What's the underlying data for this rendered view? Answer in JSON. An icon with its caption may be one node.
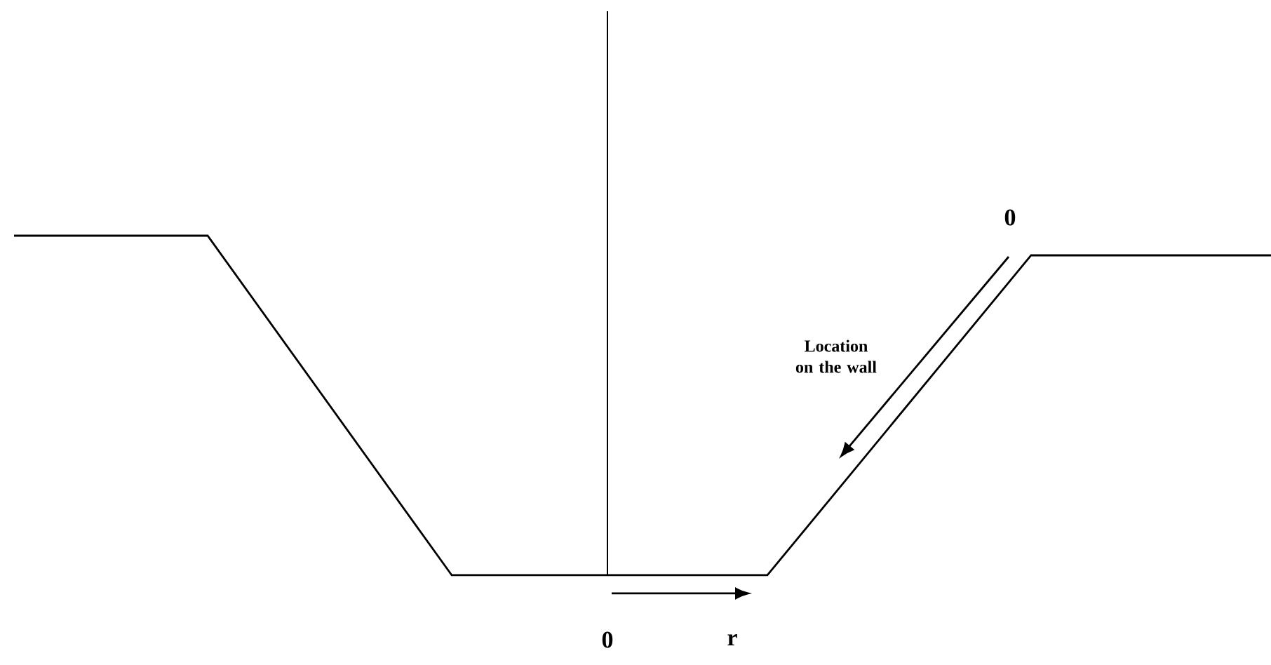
{
  "diagram": {
    "labels": [
      "0",
      "Location on the wall",
      "0",
      "r"
    ]
  }
}
